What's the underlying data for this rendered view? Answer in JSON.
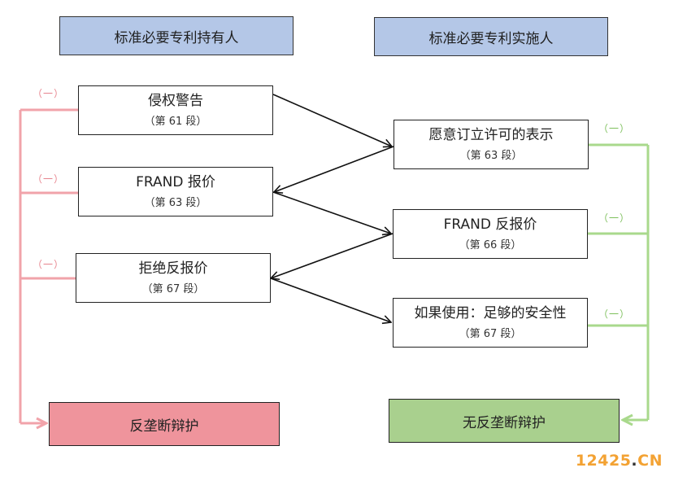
{
  "headers": {
    "holder": "标准必要专利持有人",
    "implementer": "标准必要专利实施人"
  },
  "holder_steps": [
    {
      "title": "侵权警告",
      "para": "（第 61 段）"
    },
    {
      "title": "FRAND 报价",
      "para": "（第 63 段）"
    },
    {
      "title": "拒绝反报价",
      "para": "（第 67 段）"
    }
  ],
  "implementer_steps": [
    {
      "title": "愿意订立许可的表示",
      "para": "（第 63 段）"
    },
    {
      "title": "FRAND 反报价",
      "para": "（第 66 段）"
    },
    {
      "title": "如果使用：足够的安全性",
      "para": "（第 67 段）"
    }
  ],
  "branch_label": "（一）",
  "results": {
    "holder": "反垄断辩护",
    "implementer": "无反垄断辩护"
  },
  "colors": {
    "holder_line": "#f1a3aa",
    "implementer_line": "#a9d98c",
    "header_fill": "#b4c7e7",
    "holder_result_fill": "#ef949c",
    "implementer_result_fill": "#a9d08e"
  },
  "watermark": {
    "main": "12425",
    "dot": ".",
    "suffix": "CN"
  }
}
